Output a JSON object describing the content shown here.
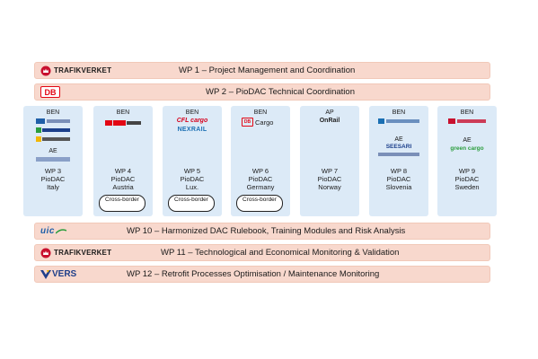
{
  "bars": [
    {
      "logo": "TRAFIKVERKET",
      "title": "WP 1 – Project Management and Coordination"
    },
    {
      "logo": "DB",
      "title": "WP 2 – PioDAC Technical Coordination"
    },
    {
      "logo": "uic",
      "title": "WP 10 – Harmonized DAC Rulebook, Training Modules and Risk Analysis"
    },
    {
      "logo": "TRAFIKVERKET",
      "title": "WP 11 – Technological and Economical Monitoring & Validation"
    },
    {
      "logo": "VERS",
      "title": "WP 12 – Retrofit Processes Optimisation / Maintenance Monitoring"
    }
  ],
  "cards": [
    {
      "role1": "BEN",
      "role2": "AE",
      "wp": "WP 3",
      "name": "PioDAC",
      "country": "Italy",
      "cross": ""
    },
    {
      "role1": "BEN",
      "role2": "",
      "wp": "WP 4",
      "name": "PioDAC",
      "country": "Austria",
      "cross": "Cross-border"
    },
    {
      "role1": "BEN",
      "role2": "",
      "wp": "WP 5",
      "name": "PioDAC",
      "country": "Lux.",
      "cross": "Cross-border"
    },
    {
      "role1": "BEN",
      "role2": "",
      "wp": "WP 6",
      "name": "PioDAC",
      "country": "Germany",
      "cross": "Cross-border"
    },
    {
      "role1": "AP",
      "role2": "",
      "wp": "WP 7",
      "name": "PioDAC",
      "country": "Norway",
      "cross": ""
    },
    {
      "role1": "BEN",
      "role2": "AE",
      "wp": "WP 8",
      "name": "PioDAC",
      "country": "Slovenia",
      "cross": ""
    },
    {
      "role1": "BEN",
      "role2": "AE",
      "wp": "WP 9",
      "name": "PioDAC",
      "country": "Sweden",
      "cross": ""
    }
  ],
  "logos": {
    "cfl_cargo": "CFL cargo",
    "nexrail": "NEXRAIL",
    "db_cargo": "Cargo",
    "onrail": "OnRail",
    "seesari": "SEESARI",
    "green_cargo": "green cargo"
  },
  "colors": {
    "bar_bg": "#f8d8cd",
    "card_bg": "#dceaf7",
    "db_red": "#e30613",
    "uic_blue": "#1f5fa8"
  }
}
